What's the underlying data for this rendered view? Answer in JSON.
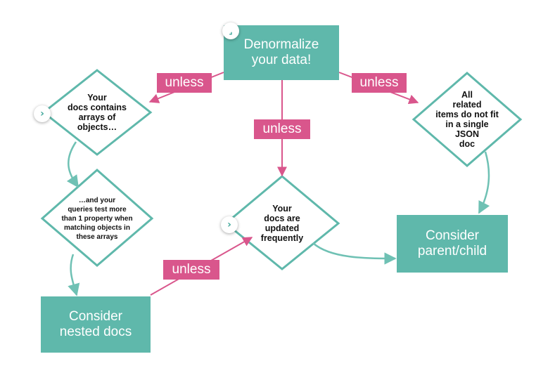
{
  "colors": {
    "box_fill": "#5fb8ab",
    "diamond_stroke": "#5fb8ab",
    "arrow_teal": "#6fc1b4",
    "arrow_pink": "#d9568c",
    "label_fill": "#d9568c"
  },
  "nodes": {
    "start": "Denormalize\nyour data!",
    "arrays": "Your\ndocs contains\narrays of\nobjects…",
    "and_queries": "…and your\nqueries test more\nthan 1 property when\nmatching objects in\nthese arrays",
    "updated": "Your\ndocs are\nupdated\nfrequently",
    "related": "All\nrelated\nitems do not fit\nin a single\nJSON\ndoc",
    "nested": "Consider\nnested docs",
    "parent_child": "Consider\nparent/child"
  },
  "edge_labels": {
    "left": "unless",
    "center": "unless",
    "right": "unless",
    "bottom": "unless"
  },
  "icons": {
    "corner": "corner-bracket-icon",
    "chevron": "chevron-right-icon"
  }
}
